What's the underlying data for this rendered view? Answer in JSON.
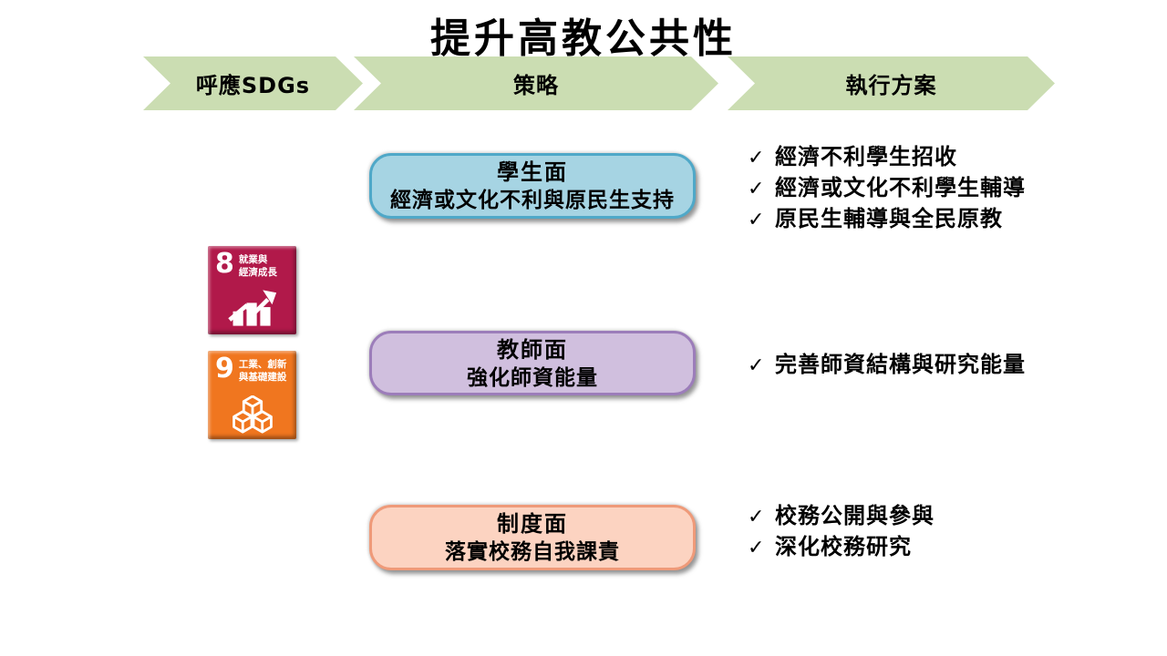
{
  "title": "提升高教公共性",
  "checkmark": "✓",
  "arrow_color": "#CBDDB2",
  "header_arrows": [
    {
      "label": "呼應SDGs"
    },
    {
      "label": "策略"
    },
    {
      "label": "執行方案"
    }
  ],
  "sdg_icons": [
    {
      "number": "8",
      "label_line1": "就業與",
      "label_line2": "經濟成長",
      "color": "#B1194A",
      "icon": "bar-chart-arrow-icon"
    },
    {
      "number": "9",
      "label_line1": "工業、創新",
      "label_line2": "與基礎建設",
      "color": "#F0761F",
      "icon": "cubes-icon"
    }
  ],
  "strategies": [
    {
      "title": "學生面",
      "subtitle": "經濟或文化不利與原民生支持",
      "fill": "#A6D4E3",
      "border": "#4FA8C8"
    },
    {
      "title": "教師面",
      "subtitle": "強化師資能量",
      "fill": "#D0BFDE",
      "border": "#9C7DBA"
    },
    {
      "title": "制度面",
      "subtitle": "落實校務自我課責",
      "fill": "#FCD3C1",
      "border": "#EF9A79"
    }
  ],
  "action_lists": [
    {
      "items": [
        "經濟不利學生招收",
        "經濟或文化不利學生輔導",
        "原民生輔導與全民原教"
      ]
    },
    {
      "items": [
        "完善師資結構與研究能量"
      ]
    },
    {
      "items": [
        "校務公開與參與",
        "深化校務研究"
      ]
    }
  ]
}
